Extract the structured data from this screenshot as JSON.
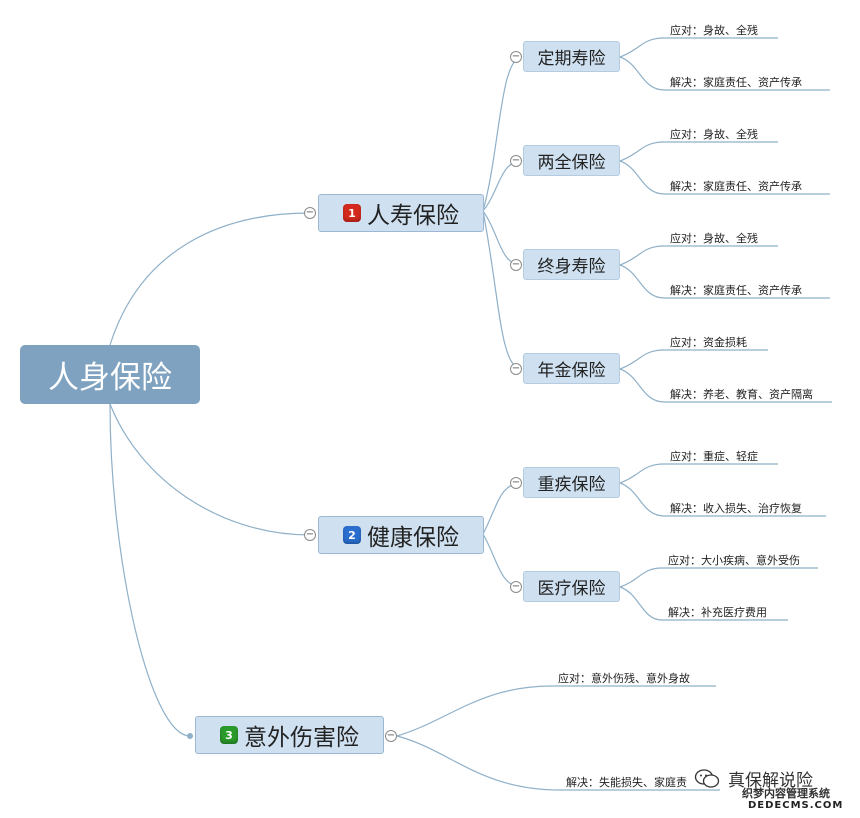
{
  "colors": {
    "root_bg": "#7ea2bf",
    "node_bg": "#cfe0f0",
    "line": "#8fb0c8",
    "badge_1": "#d42a1e",
    "badge_2": "#2a6fd0",
    "badge_3": "#2a9a2a"
  },
  "root": {
    "label": "人身保险"
  },
  "main": [
    {
      "badge": "1",
      "label": "人寿保险"
    },
    {
      "badge": "2",
      "label": "健康保险"
    },
    {
      "badge": "3",
      "label": "意外伤害险"
    }
  ],
  "sub": [
    {
      "label": "定期寿险",
      "cope": "应对：身故、全残",
      "solve": "解决：家庭责任、资产传承"
    },
    {
      "label": "两全保险",
      "cope": "应对：身故、全残",
      "solve": "解决：家庭责任、资产传承"
    },
    {
      "label": "终身寿险",
      "cope": "应对：身故、全残",
      "solve": "解决：家庭责任、资产传承"
    },
    {
      "label": "年金保险",
      "cope": "应对：资金损耗",
      "solve": "解决：养老、教育、资产隔离"
    },
    {
      "label": "重疾保险",
      "cope": "应对：重症、轻症",
      "solve": "解决：收入损失、治疗恢复"
    },
    {
      "label": "医疗保险",
      "cope": "应对：大小疾病、意外受伤",
      "solve": "解决：补充医疗费用"
    }
  ],
  "accident": {
    "cope": "应对：意外伤残、意外身故",
    "solve": "解决：失能损失、家庭责"
  },
  "collapse_symbol": "−",
  "watermark": {
    "wechat_icon": "wechat-icon",
    "text": "真保解说险",
    "cms": "织梦内容管理系统",
    "url": "DEDECMS.COM"
  }
}
